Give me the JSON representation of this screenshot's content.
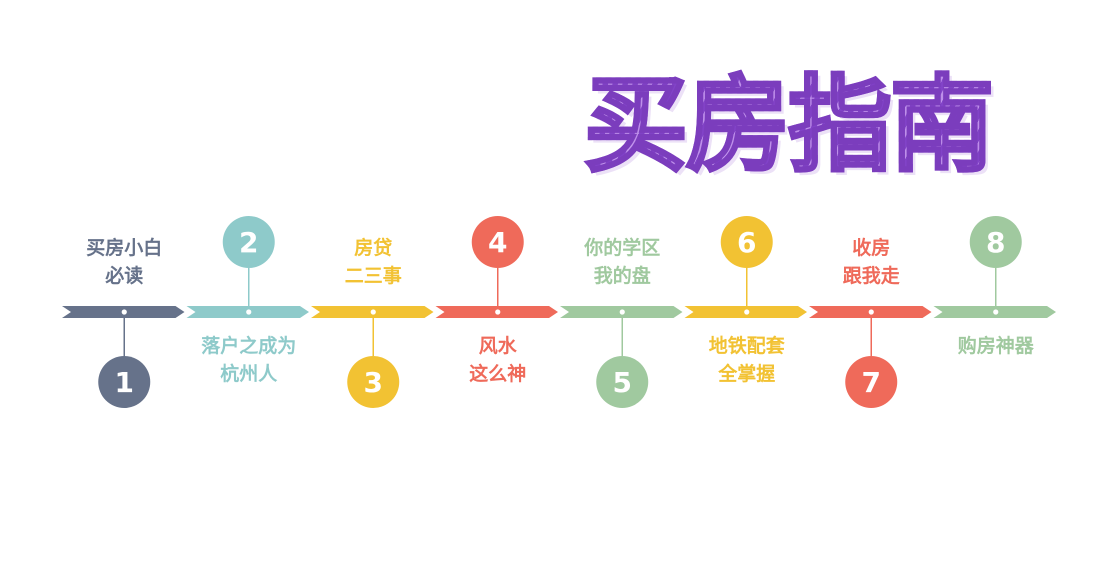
{
  "title": "买房指南",
  "steps": [
    {
      "number": "1",
      "lines": [
        "买房小白",
        "必读"
      ],
      "color": "#66728a"
    },
    {
      "number": "2",
      "lines": [
        "落户之成为",
        "杭州人"
      ],
      "color": "#8ecaca"
    },
    {
      "number": "3",
      "lines": [
        "房贷",
        "二三事"
      ],
      "color": "#f2c233"
    },
    {
      "number": "4",
      "lines": [
        "风水",
        "这么神"
      ],
      "color": "#ef6a5a"
    },
    {
      "number": "5",
      "lines": [
        "你的学区",
        "我的盘"
      ],
      "color": "#a0c99f"
    },
    {
      "number": "6",
      "lines": [
        "地铁配套",
        "全掌握"
      ],
      "color": "#f2c233"
    },
    {
      "number": "7",
      "lines": [
        "收房",
        "跟我走"
      ],
      "color": "#ef6a5a"
    },
    {
      "number": "8",
      "lines": [
        "购房神器"
      ],
      "color": "#a0c99f"
    }
  ]
}
